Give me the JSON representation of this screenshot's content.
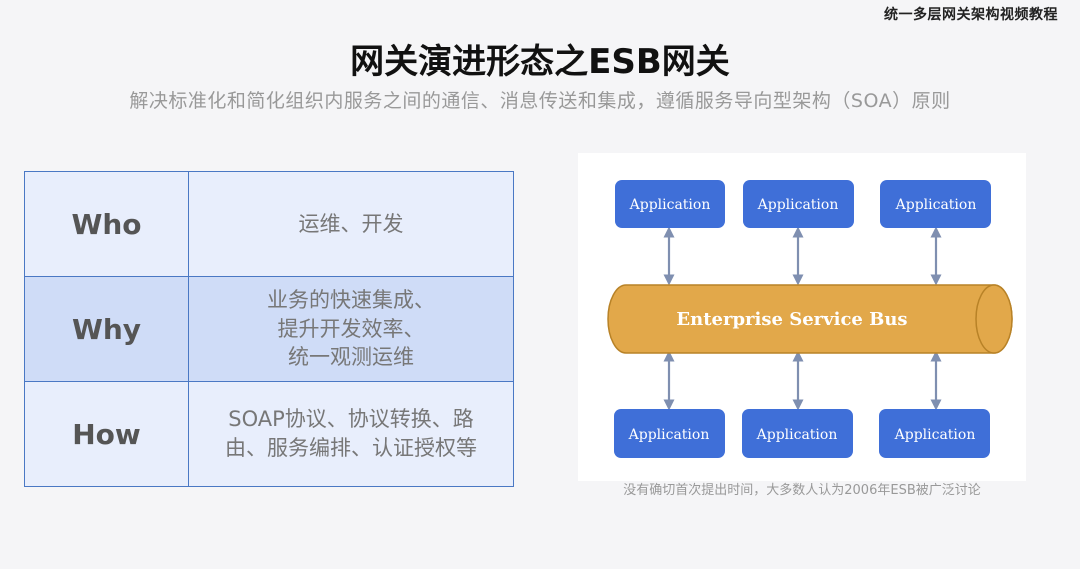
{
  "corner_tag": "统一多层网关架构视频教程",
  "title": "网关演进形态之ESB网关",
  "subtitle": "解决标准化和简化组织内服务之间的通信、消息传送和集成，遵循服务导向型架构（SOA）原则",
  "table": {
    "rows": [
      {
        "key": "Who",
        "lines": [
          "运维、开发"
        ]
      },
      {
        "key": "Why",
        "lines": [
          "业务的快速集成、",
          "提升开发效率、",
          "统一观测运维"
        ]
      },
      {
        "key": "How",
        "lines": [
          "SOAP协议、协议转换、路",
          "由、服务编排、认证授权等"
        ]
      }
    ]
  },
  "diagram": {
    "bus_label": "Enterprise Service Bus",
    "top_apps": [
      "Application",
      "Application",
      "Application"
    ],
    "bottom_apps": [
      "Application",
      "Application",
      "Application"
    ],
    "colors": {
      "app_box": "#3f6fd8",
      "bus_fill": "#e2a84a",
      "bus_stroke": "#b88227",
      "arrow": "#7f8fb0"
    }
  },
  "caption": "没有确切首次提出时间，大多数人认为2006年ESB被广泛讨论"
}
